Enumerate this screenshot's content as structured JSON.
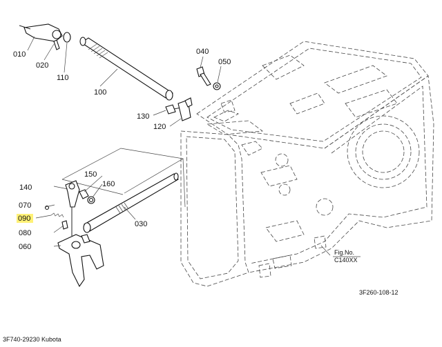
{
  "diagram": {
    "callouts": [
      {
        "id": "c010",
        "text": "010"
      },
      {
        "id": "c020",
        "text": "020"
      },
      {
        "id": "c110",
        "text": "110"
      },
      {
        "id": "c100",
        "text": "100"
      },
      {
        "id": "c040",
        "text": "040"
      },
      {
        "id": "c050",
        "text": "050"
      },
      {
        "id": "c130",
        "text": "130"
      },
      {
        "id": "c120",
        "text": "120"
      },
      {
        "id": "c140",
        "text": "140"
      },
      {
        "id": "c150",
        "text": "150"
      },
      {
        "id": "c160",
        "text": "160"
      },
      {
        "id": "c070",
        "text": "070"
      },
      {
        "id": "c090",
        "text": "090"
      },
      {
        "id": "c080",
        "text": "080"
      },
      {
        "id": "c060",
        "text": "060"
      },
      {
        "id": "c030",
        "text": "030"
      }
    ],
    "highlighted_callout": "090",
    "highlight_color": "#fff176",
    "fig_no_label": "Fig.No.",
    "fig_no_value": "C140XX",
    "drawing_code": "3F260-108-12",
    "footer_part_number": "3F740-29230 Kubota"
  }
}
